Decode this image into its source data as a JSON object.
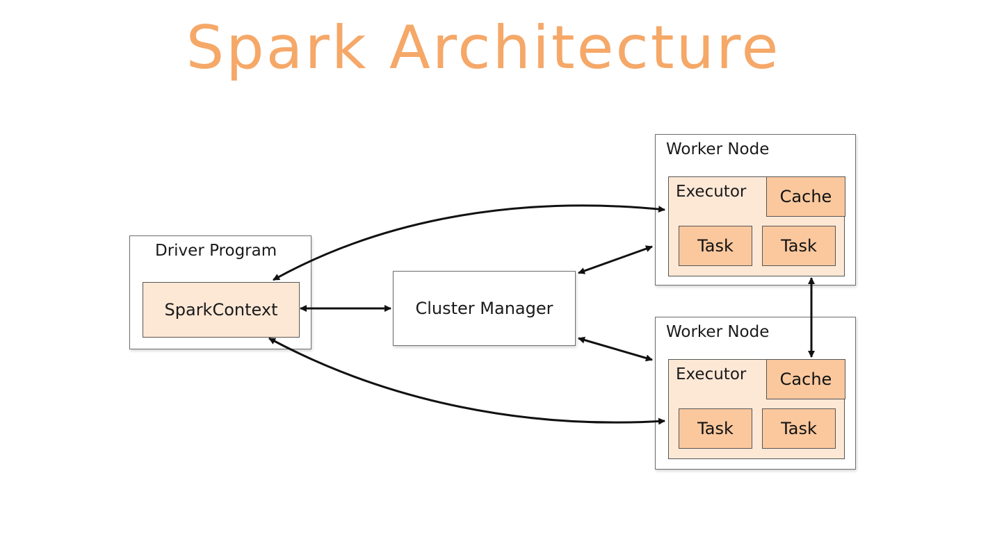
{
  "title": "Spark Architecture",
  "driver": {
    "label": "Driver Program",
    "context": "SparkContext"
  },
  "cluster_manager": {
    "label": "Cluster Manager"
  },
  "workers": [
    {
      "label": "Worker Node",
      "executor": "Executor",
      "cache": "Cache",
      "tasks": [
        "Task",
        "Task"
      ]
    },
    {
      "label": "Worker Node",
      "executor": "Executor",
      "cache": "Cache",
      "tasks": [
        "Task",
        "Task"
      ]
    }
  ],
  "colors": {
    "title": "#f5a868",
    "panel": "#fde8d6",
    "chip": "#fbc89e",
    "border": "#555555",
    "arrow": "#111111"
  }
}
